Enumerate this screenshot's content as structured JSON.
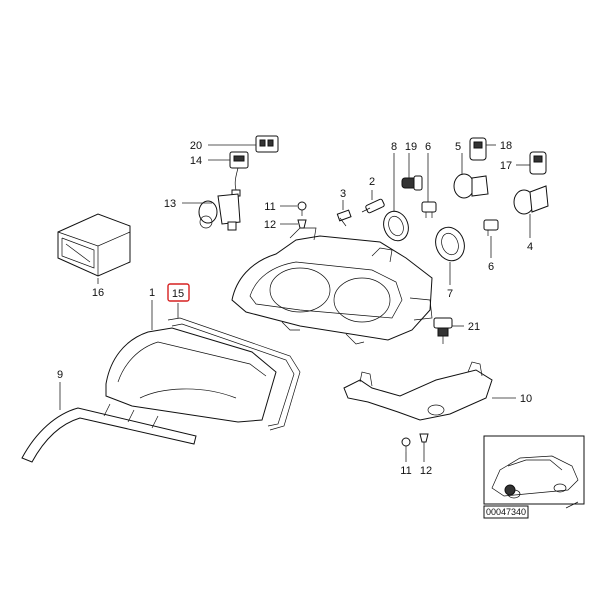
{
  "callouts": {
    "c1": "1",
    "c2": "2",
    "c3": "3",
    "c4": "4",
    "c5": "5",
    "c6a": "6",
    "c6b": "6",
    "c7": "7",
    "c8": "8",
    "c9": "9",
    "c10": "10",
    "c11a": "11",
    "c11b": "11",
    "c12a": "12",
    "c12b": "12",
    "c13": "13",
    "c14": "14",
    "c15": "15",
    "c16": "16",
    "c17": "17",
    "c18": "18",
    "c19": "19",
    "c20": "20",
    "c21": "21"
  },
  "highlighted_callout": "15",
  "highlight_color": "#d62020",
  "reference_code": "00047340"
}
